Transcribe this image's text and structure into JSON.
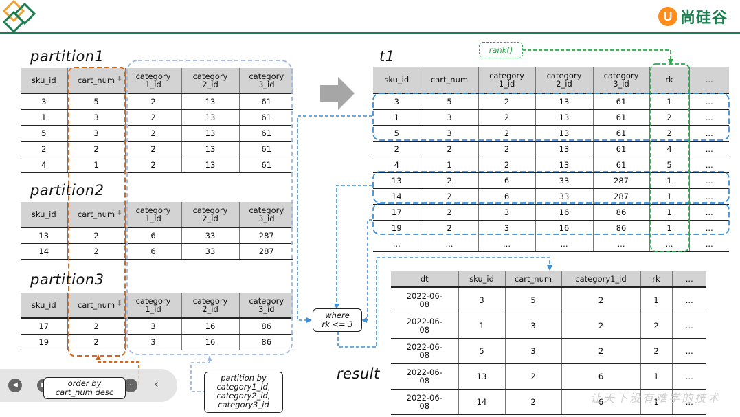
{
  "brand": {
    "logo_letter": "U",
    "name": "尚硅谷"
  },
  "titles": {
    "p1": "partition1",
    "p2": "partition2",
    "p3": "partition3",
    "t1": "t1",
    "result": "result"
  },
  "src_headers": [
    "sku_id",
    "cart_num",
    "category\n1_id",
    "category\n2_id",
    "category\n3_id"
  ],
  "partitions": [
    {
      "rows": [
        [
          "3",
          "5",
          "2",
          "13",
          "61"
        ],
        [
          "1",
          "3",
          "2",
          "13",
          "61"
        ],
        [
          "5",
          "3",
          "2",
          "13",
          "61"
        ],
        [
          "2",
          "2",
          "2",
          "13",
          "61"
        ],
        [
          "4",
          "1",
          "2",
          "13",
          "61"
        ]
      ]
    },
    {
      "rows": [
        [
          "13",
          "2",
          "6",
          "33",
          "287"
        ],
        [
          "14",
          "2",
          "6",
          "33",
          "287"
        ]
      ]
    },
    {
      "rows": [
        [
          "17",
          "2",
          "3",
          "16",
          "86"
        ],
        [
          "19",
          "2",
          "3",
          "16",
          "86"
        ]
      ]
    }
  ],
  "t1": {
    "headers": [
      "sku_id",
      "cart_num",
      "category\n1_id",
      "category\n2_id",
      "category\n3_id",
      "rk",
      "..."
    ],
    "rows": [
      [
        "3",
        "5",
        "2",
        "13",
        "61",
        "1",
        "..."
      ],
      [
        "1",
        "3",
        "2",
        "13",
        "61",
        "2",
        "..."
      ],
      [
        "5",
        "3",
        "2",
        "13",
        "61",
        "2",
        "..."
      ],
      [
        "2",
        "2",
        "2",
        "13",
        "61",
        "4",
        "..."
      ],
      [
        "4",
        "1",
        "2",
        "13",
        "61",
        "5",
        "..."
      ],
      [
        "13",
        "2",
        "6",
        "33",
        "287",
        "1",
        "..."
      ],
      [
        "14",
        "2",
        "6",
        "33",
        "287",
        "1",
        "..."
      ],
      [
        "17",
        "2",
        "3",
        "16",
        "86",
        "1",
        "..."
      ],
      [
        "19",
        "2",
        "3",
        "16",
        "86",
        "1",
        "..."
      ],
      [
        "...",
        "...",
        "...",
        "...",
        "...",
        "...",
        "..."
      ]
    ]
  },
  "result": {
    "headers": [
      "dt",
      "sku_id",
      "cart_num",
      "category1_id",
      "rk",
      "..."
    ],
    "rows": [
      [
        "2022-06-\n08",
        "3",
        "5",
        "2",
        "1",
        "..."
      ],
      [
        "2022-06-\n08",
        "1",
        "3",
        "2",
        "2",
        "..."
      ],
      [
        "2022-06-\n08",
        "5",
        "3",
        "2",
        "2",
        "..."
      ],
      [
        "2022-06-\n08",
        "13",
        "2",
        "6",
        "1",
        "..."
      ],
      [
        "2022-06-\n08",
        "14",
        "2",
        "6",
        "1",
        "..."
      ]
    ]
  },
  "notes": {
    "rank": "rank()",
    "where": "where\nrk <= 3",
    "order_by": "order by\ncart_num desc",
    "partition_by": "partition by\ncategory1_id,\ncategory2_id,\ncategory3_id"
  },
  "watermark": "让天下没有难学的技术",
  "colors": {
    "orange": "#d2691e",
    "blue": "#3a8fd9",
    "lightblue": "#9db8e0",
    "green": "#2aa84a",
    "header": "#d3d3d3",
    "logo_green": "#1a7f4f",
    "logo_orange": "#ff8c1a"
  },
  "icons": [
    "diamond-logo-icon",
    "right-arrow-icon",
    "sort-down-icon",
    "play-prev-icon",
    "play-next-icon",
    "more-icon",
    "back-icon"
  ]
}
